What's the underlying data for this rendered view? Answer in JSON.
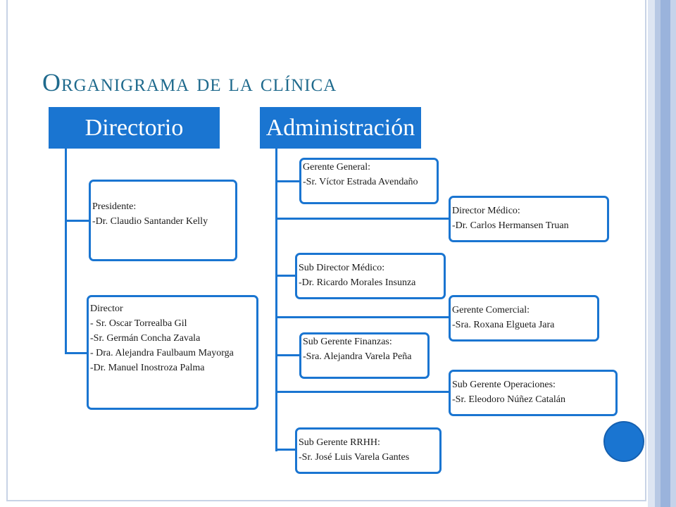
{
  "slide": {
    "title": "Organigrama de la clínica"
  },
  "org": {
    "directorio": {
      "header": "Directorio",
      "items": [
        {
          "lines": [
            "Presidente:",
            "-Dr. Claudio Santander Kelly"
          ]
        },
        {
          "lines": [
            "Director",
            "- Sr. Oscar Torrealba Gil",
            "-Sr. Germán Concha Zavala",
            "- Dra. Alejandra Faulbaum Mayorga",
            "-Dr. Manuel Inostroza Palma"
          ]
        }
      ]
    },
    "administracion": {
      "header": "Administración",
      "items": [
        {
          "lines": [
            "Gerente General:",
            "-Sr. Víctor Estrada Avendaño"
          ]
        },
        {
          "lines": [
            "Director Médico:",
            "-Dr. Carlos Hermansen Truan"
          ]
        },
        {
          "lines": [
            "Sub Director Médico:",
            "-Dr. Ricardo Morales Insunza"
          ]
        },
        {
          "lines": [
            "Gerente Comercial:",
            "-Sra. Roxana Elgueta Jara"
          ]
        },
        {
          "lines": [
            "Sub Gerente Finanzas:",
            "-Sra. Alejandra Varela Peña"
          ]
        },
        {
          "lines": [
            "Sub Gerente Operaciones:",
            "-Sr. Eleodoro Núñez Catalán"
          ]
        },
        {
          "lines": [
            "Sub Gerente RRHH:",
            "-Sr. José Luis Varela Gantes"
          ]
        }
      ]
    }
  },
  "colors": {
    "accent": "#1a75d1",
    "title": "#1f6a8d"
  }
}
